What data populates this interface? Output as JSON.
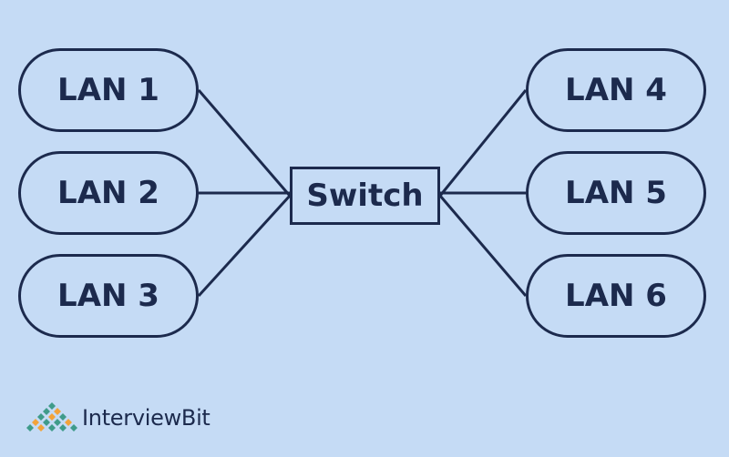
{
  "lans": [
    {
      "label": "LAN 1"
    },
    {
      "label": "LAN 2"
    },
    {
      "label": "LAN 3"
    },
    {
      "label": "LAN 4"
    },
    {
      "label": "LAN 5"
    },
    {
      "label": "LAN 6"
    }
  ],
  "switch": {
    "label": "Switch"
  },
  "brand": {
    "name": "InterviewBit",
    "colors": {
      "background": "#c5dbf5",
      "stroke": "#1c2a4d",
      "logo_green": "#3f9b8a",
      "logo_orange": "#f2a33a"
    }
  }
}
